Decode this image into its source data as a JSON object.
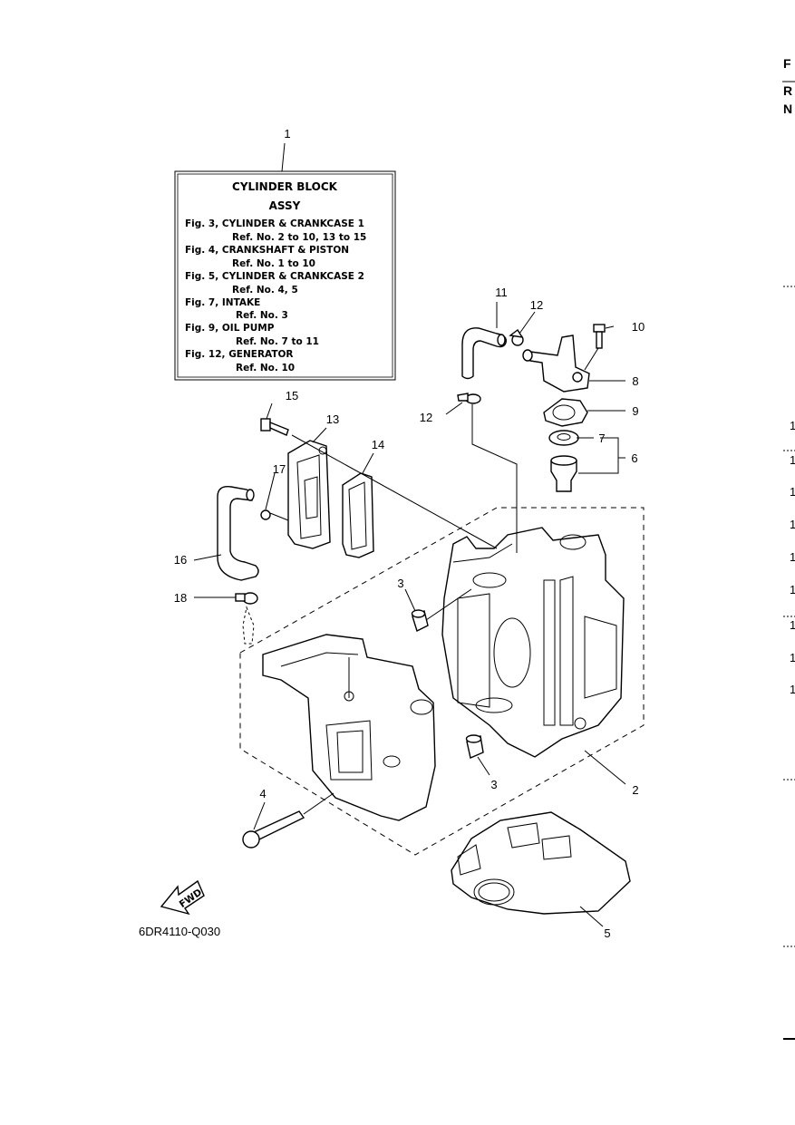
{
  "info_box": {
    "ref": "1",
    "title_line1": "CYLINDER  BLOCK",
    "title_line2": "ASSY",
    "lines": [
      "Fig. 3, CYLINDER & CRANKCASE 1",
      "Ref. No. 2 to 10, 13 to 15",
      "Fig. 4, CRANKSHAFT & PISTON",
      "Ref. No. 1 to 10",
      "Fig. 5, CYLINDER & CRANKCASE 2",
      "Ref. No. 4, 5",
      "Fig. 7, INTAKE",
      "Ref. No. 3",
      "Fig. 9, OIL PUMP",
      "Ref. No. 7 to 11",
      "Fig. 12, GENERATOR",
      "Ref. No. 10"
    ]
  },
  "callouts": {
    "c2": "2",
    "c3a": "3",
    "c3b": "3",
    "c4": "4",
    "c5": "5",
    "c6": "6",
    "c7": "7",
    "c8": "8",
    "c9": "9",
    "c10": "10",
    "c11": "11",
    "c12a": "12",
    "c12b": "12",
    "c13": "13",
    "c14": "14",
    "c15": "15",
    "c16": "16",
    "c17": "17",
    "c18": "18"
  },
  "fwd_label": "FWD",
  "diagram_code": "6DR4110-Q030",
  "edge_text": {
    "top": [
      "F",
      "R",
      "N"
    ],
    "numbers": [
      "1",
      "1",
      "1",
      "1",
      "1",
      "1",
      "1",
      "1",
      "1"
    ]
  }
}
